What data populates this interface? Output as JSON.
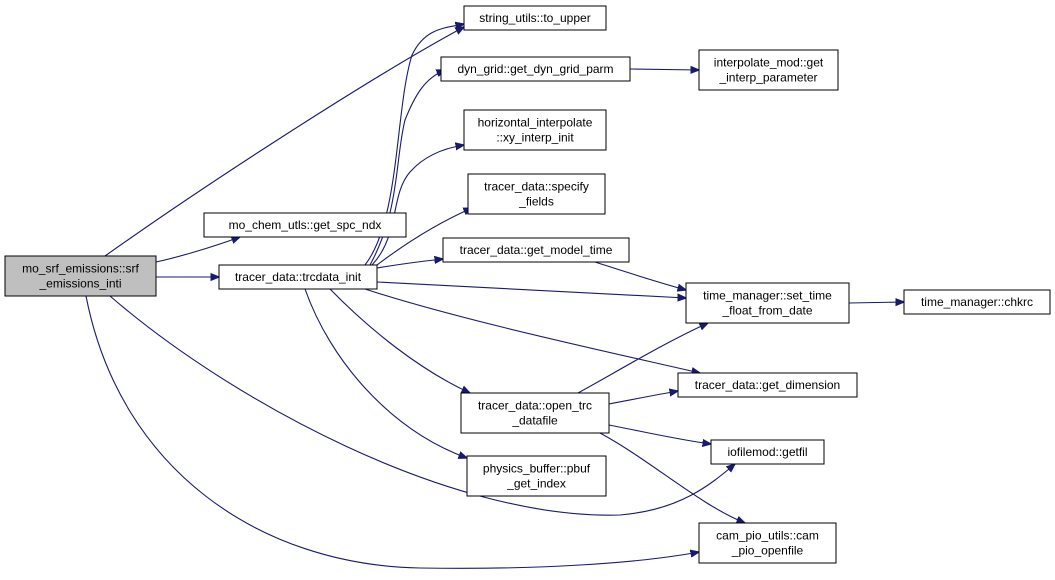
{
  "colors": {
    "root_fill": "#bfbfbf",
    "node_fill": "#ffffff",
    "border": "#000000",
    "edge": "#191970"
  },
  "nodes": [
    {
      "id": "srf",
      "lines": [
        "mo_srf_emissions::srf",
        "_emissions_inti"
      ],
      "root": true
    },
    {
      "id": "upper",
      "lines": [
        "string_utils::to_upper"
      ]
    },
    {
      "id": "dyngrid",
      "lines": [
        "dyn_grid::get_dyn_grid_parm"
      ]
    },
    {
      "id": "interp",
      "lines": [
        "interpolate_mod::get",
        "_interp_parameter"
      ]
    },
    {
      "id": "xyinterp",
      "lines": [
        "horizontal_interpolate",
        "::xy_interp_init"
      ]
    },
    {
      "id": "specify",
      "lines": [
        "tracer_data::specify",
        "_fields"
      ]
    },
    {
      "id": "spcndx",
      "lines": [
        "mo_chem_utls::get_spc_ndx"
      ]
    },
    {
      "id": "modeltime",
      "lines": [
        "tracer_data::get_model_time"
      ]
    },
    {
      "id": "trcdata",
      "lines": [
        "tracer_data::trcdata_init"
      ]
    },
    {
      "id": "settime",
      "lines": [
        "time_manager::set_time",
        "_float_from_date"
      ]
    },
    {
      "id": "chkrc",
      "lines": [
        "time_manager::chkrc"
      ]
    },
    {
      "id": "getdim",
      "lines": [
        "tracer_data::get_dimension"
      ]
    },
    {
      "id": "opentrc",
      "lines": [
        "tracer_data::open_trc",
        "_datafile"
      ]
    },
    {
      "id": "getfil",
      "lines": [
        "iofilemod::getfil"
      ]
    },
    {
      "id": "pbuf",
      "lines": [
        "physics_buffer::pbuf",
        "_get_index"
      ]
    },
    {
      "id": "campio",
      "lines": [
        "cam_pio_utils::cam",
        "_pio_openfile"
      ]
    }
  ],
  "edges": [
    [
      "srf",
      "upper"
    ],
    [
      "srf",
      "spcndx"
    ],
    [
      "srf",
      "trcdata"
    ],
    [
      "srf",
      "getfil"
    ],
    [
      "srf",
      "campio"
    ],
    [
      "trcdata",
      "upper"
    ],
    [
      "trcdata",
      "dyngrid"
    ],
    [
      "trcdata",
      "xyinterp"
    ],
    [
      "trcdata",
      "specify"
    ],
    [
      "trcdata",
      "modeltime"
    ],
    [
      "trcdata",
      "settime"
    ],
    [
      "trcdata",
      "getdim"
    ],
    [
      "trcdata",
      "opentrc"
    ],
    [
      "trcdata",
      "pbuf"
    ],
    [
      "dyngrid",
      "interp"
    ],
    [
      "modeltime",
      "settime"
    ],
    [
      "settime",
      "chkrc"
    ],
    [
      "opentrc",
      "settime"
    ],
    [
      "opentrc",
      "getdim"
    ],
    [
      "opentrc",
      "getfil"
    ],
    [
      "opentrc",
      "campio"
    ]
  ]
}
